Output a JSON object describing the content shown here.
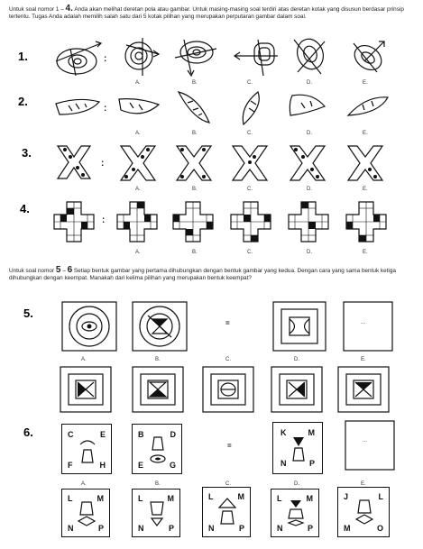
{
  "intro1": {
    "prefix": "Untuk soal nomor 1",
    "dash": "–",
    "num": "4.",
    "text": "Anda akan melihat deretan pola atau gambar. Untuk masing-masing soal terdiri atas deretan kotak yang disusun berdasar prinsip tertentu. Tugas Anda adalah memilih salah satu dari 5 kotak pilihan yang merupakan perputaran gambar dalam soal."
  },
  "intro2": {
    "prefix": "Untuk soal nomor",
    "n1": "5",
    "dash": "–",
    "n2": "6",
    "text": "Setiap bentuk gambar yang pertama dihubungkan dengan bentuk gambar yang kedua. Dengan cara yang sama bentuk ketiga dihubungkan dengan keempat. Manakah dari kelima pilihan yang merupakan bentuk keempat?"
  },
  "questions": [
    "1.",
    "2.",
    "3.",
    "4.",
    "5.",
    "6."
  ],
  "options": [
    "A.",
    "B.",
    "C.",
    "D.",
    "E."
  ],
  "colon": ":",
  "equals": "=",
  "ellipsis": "...",
  "q6": {
    "fig1": {
      "tl": "C",
      "tr": "E",
      "bl": "F",
      "br": "H"
    },
    "fig2": {
      "tl": "B",
      "tr": "D",
      "bl": "E",
      "br": "G"
    },
    "fig3": {
      "tl": "K",
      "tr": "M",
      "bl": "N",
      "br": "P"
    },
    "optA": {
      "tl": "L",
      "tr": "M",
      "bl": "N",
      "br": "P"
    },
    "optB": {
      "tl": "L",
      "tr": "M",
      "bl": "N",
      "br": "P"
    },
    "optC": {
      "tl": "L",
      "tr": "M",
      "bl": "N",
      "br": "P"
    },
    "optD": {
      "tl": "L",
      "tr": "M",
      "bl": "N",
      "br": "P"
    },
    "optE": {
      "tl": "J",
      "tr": "L",
      "bl": "M",
      "br": "O"
    }
  }
}
